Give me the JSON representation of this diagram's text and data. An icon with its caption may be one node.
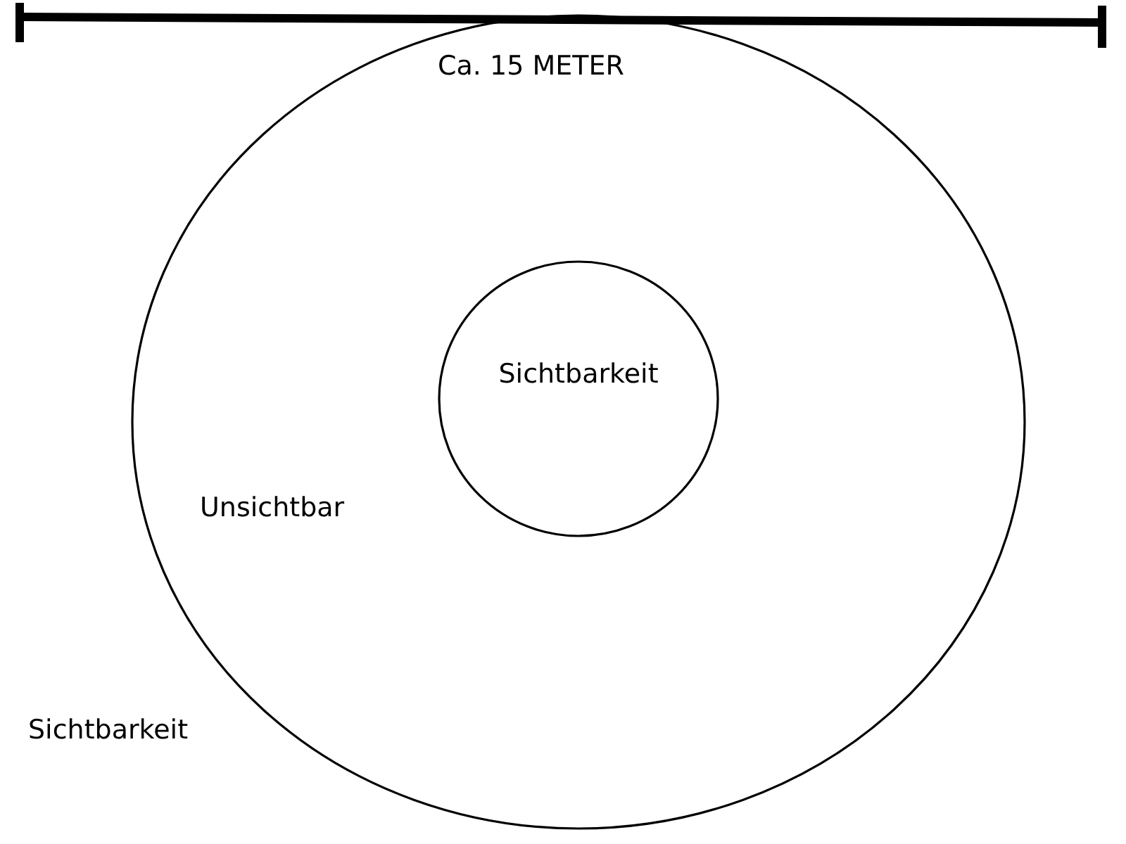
{
  "diagram": {
    "nodes": [
      {
        "text": [
          "Unsichtbar"
        ]
      },
      {
        "text": [
          "Sichtbarkeit"
        ],
        "in": 0
      }
    ],
    "labels": [
      "Ca. 15 METER",
      "Sichtbarkeit"
    ]
  }
}
